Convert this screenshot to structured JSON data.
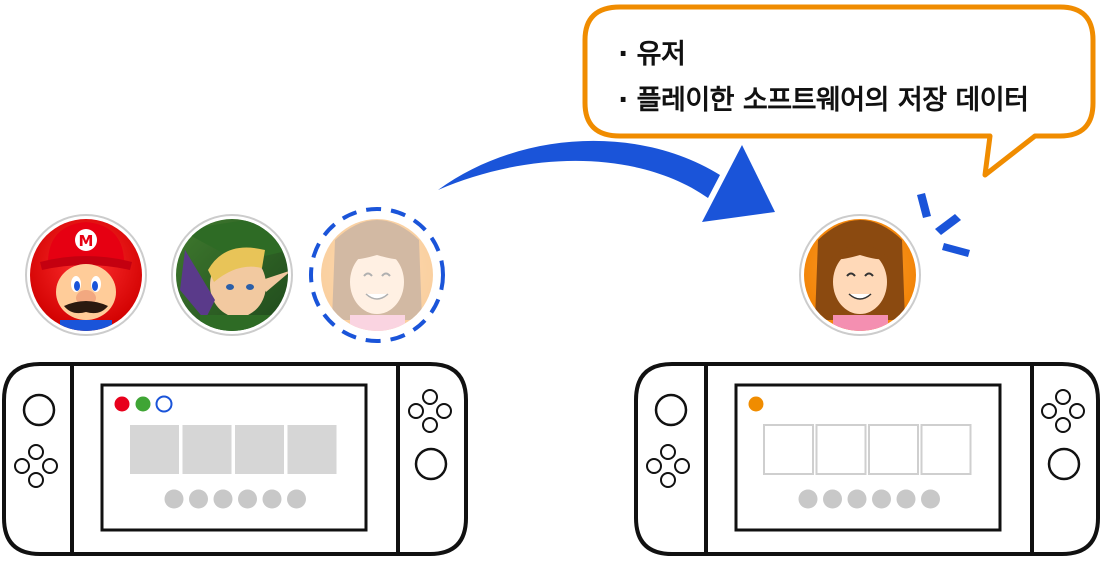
{
  "speech_bubble": {
    "lines": [
      "· 유저",
      "· 플레이한 소프트웨어의 저장 데이터"
    ],
    "border_color": "#F08C00"
  },
  "source_console": {
    "user_icons": [
      {
        "name": "mario-icon",
        "selected": false
      },
      {
        "name": "link-icon",
        "selected": false
      },
      {
        "name": "mii-icon",
        "selected": true
      }
    ],
    "screen_dots": [
      {
        "color": "#E8001C",
        "filled": true
      },
      {
        "color": "#3FA535",
        "filled": true
      },
      {
        "color": "#1A54D9",
        "filled": false
      }
    ],
    "software_tiles": 4,
    "tiles_style": "filled",
    "bottom_dots": 6
  },
  "target_console": {
    "user_icons": [
      {
        "name": "mii-icon",
        "selected": false
      }
    ],
    "screen_dots": [
      {
        "color": "#F08C00",
        "filled": true
      }
    ],
    "software_tiles": 4,
    "tiles_style": "outlined",
    "bottom_dots": 6
  },
  "colors": {
    "arrow": "#1A54D9",
    "selection_ring": "#1A54D9",
    "tile_fill": "#D6D6D6",
    "tile_outline": "#CFCFCF",
    "dot_grey": "#C8C8C8"
  }
}
